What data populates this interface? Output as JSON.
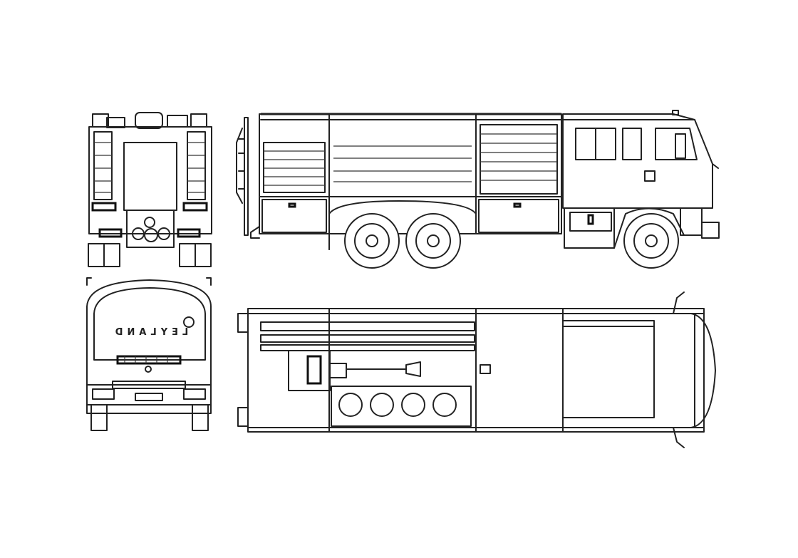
{
  "drawing": {
    "views": [
      "rear-view",
      "side-view",
      "front-view",
      "top-view"
    ],
    "front_badge": "LEYLAND",
    "line_color": "#222222",
    "background": "#ffffff"
  }
}
